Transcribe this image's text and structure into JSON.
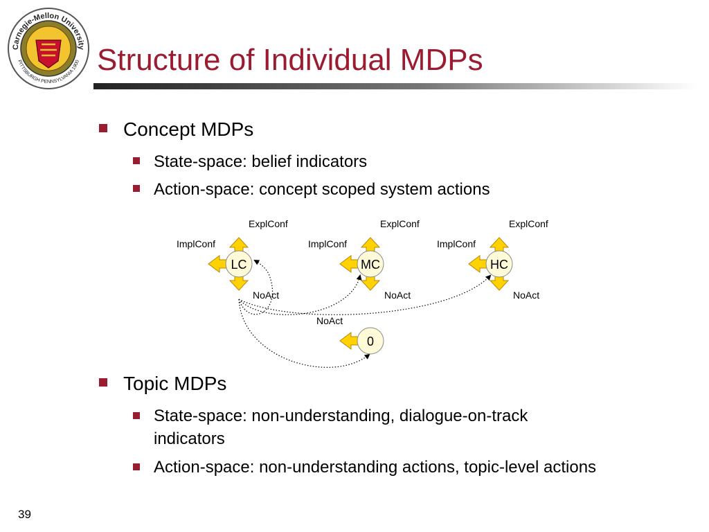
{
  "slide": {
    "title": "Structure of Individual MDPs",
    "number": "39"
  },
  "logo": {
    "text_top": "Carnegie-Mellon University",
    "text_bottom": "PITTSBURGH PENNSYLVANIA 1900"
  },
  "bullets": [
    {
      "text": "Concept MDPs",
      "sub": [
        "State-space: belief indicators",
        "Action-space: concept scoped system actions"
      ]
    },
    {
      "text": "Topic MDPs",
      "sub": [
        "State-space: non-understanding, dialogue-on-track",
        "indicators",
        "Action-space: non-understanding actions, topic-level actions"
      ]
    }
  ],
  "diagram": {
    "states": [
      {
        "id": "LC",
        "label": "LC",
        "up": "ExplConf",
        "left": "ImplConf",
        "down": "NoAct"
      },
      {
        "id": "MC",
        "label": "MC",
        "up": "ExplConf",
        "left": "ImplConf",
        "down": "NoAct"
      },
      {
        "id": "HC",
        "label": "HC",
        "up": "ExplConf",
        "left": "ImplConf",
        "down": "NoAct"
      },
      {
        "id": "ZERO",
        "label": "0",
        "left": "NoAct"
      }
    ]
  },
  "colors": {
    "accent": "#9b1b30",
    "state_fill": "#fffbd8",
    "arrow_fill": "#ffd200",
    "arrow_stroke": "#b8860b"
  }
}
